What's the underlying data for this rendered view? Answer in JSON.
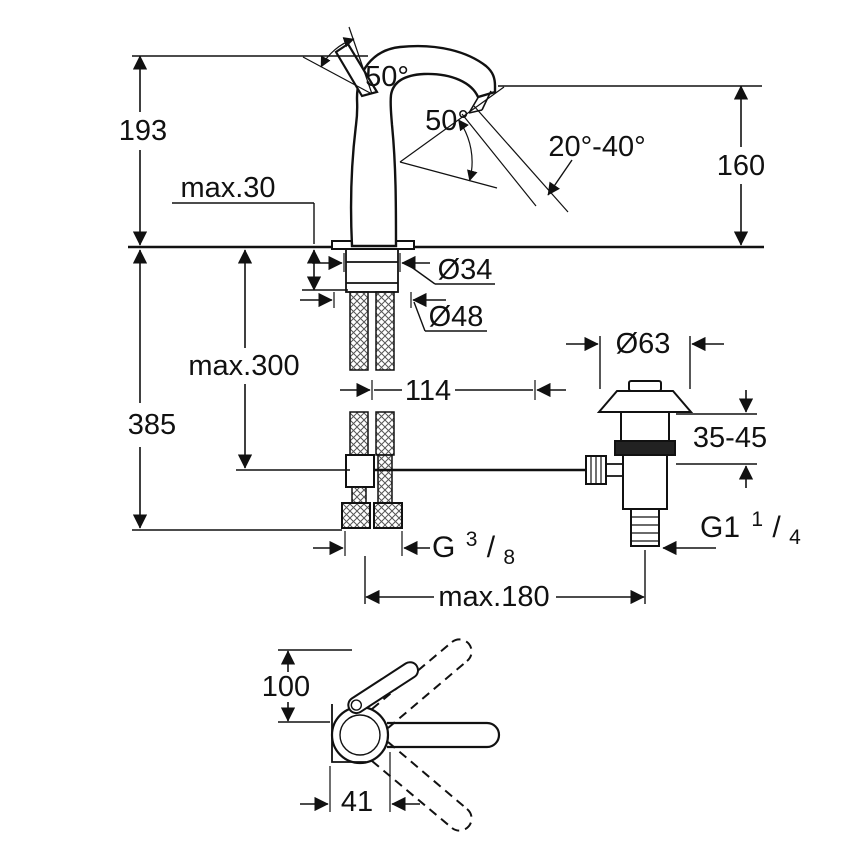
{
  "colors": {
    "ink": "#111111",
    "background": "#ffffff"
  },
  "labels": {
    "handle_swing_angle": "50°",
    "spout_swivel_angle": "50°",
    "outlet_angle_range": "20°-40°",
    "height_above_deck": "193",
    "outlet_height": "160",
    "max_mounting_thickness": "max.30",
    "shank_diameter": "Ø34",
    "base_diameter": "Ø48",
    "max_hose_length": "max.300",
    "total_height_below": "385",
    "rod_offset": "114",
    "waste_flange_diameter": "Ø63",
    "waste_clamp_range": "35-45",
    "max_rod_length": "max.180",
    "top_view_depth": "100",
    "top_view_offset": "41",
    "supply_thread": {
      "prefix": "G",
      "numerator": "3",
      "fraction_slash": "/",
      "denominator": "8"
    },
    "waste_thread": {
      "prefix": "G1",
      "numerator": "1",
      "fraction_slash": "/",
      "denominator": "4"
    }
  }
}
